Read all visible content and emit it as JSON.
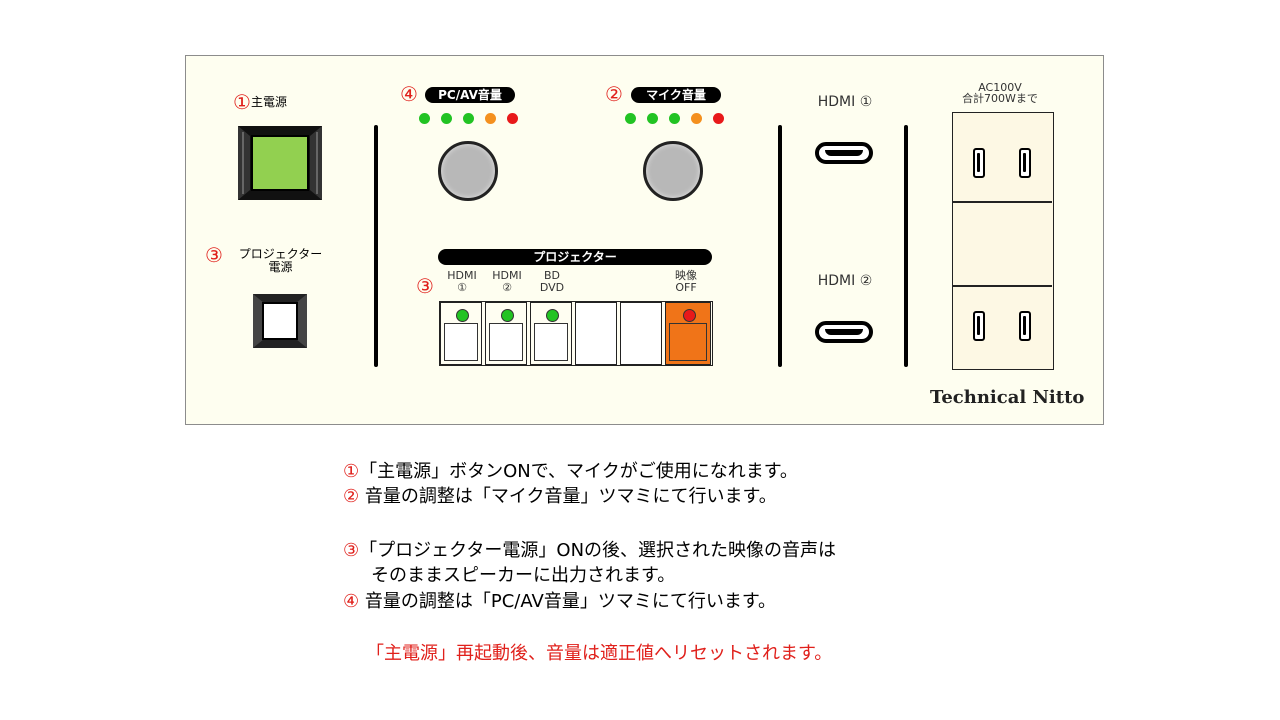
{
  "panel": {
    "main_power": {
      "number": "①",
      "label": "主電源"
    },
    "projector_power": {
      "number": "③",
      "label_line1": "プロジェクター",
      "label_line2": "電源"
    },
    "pcav_volume": {
      "number": "④",
      "label": "PC/AV音量"
    },
    "mic_volume": {
      "number": "②",
      "label": "マイク音量"
    },
    "projector": {
      "number": "③",
      "title": "プロジェクター",
      "inputs": [
        {
          "line1": "HDMI",
          "line2": "①"
        },
        {
          "line1": "HDMI",
          "line2": "②"
        },
        {
          "line1": "BD",
          "line2": "DVD"
        },
        {
          "line1": "",
          "line2": ""
        },
        {
          "line1": "",
          "line2": ""
        },
        {
          "line1": "映像",
          "line2": "OFF"
        }
      ]
    },
    "hdmi_ports": [
      "HDMI ①",
      "HDMI ②"
    ],
    "outlet": {
      "line1": "AC100V",
      "line2": "合計700Wまで"
    },
    "brand": "Technical Nitto",
    "colors": {
      "led_green": "#22c323",
      "led_orange": "#f4901e",
      "led_red": "#e8191a",
      "power_button": "#92d050",
      "video_off_button": "#f07418",
      "annotation_red": "#e0201b"
    }
  },
  "instructions": {
    "line1": {
      "num": "①",
      "text": "「主電源」ボタンONで、マイクがご使用になれます。"
    },
    "line2": {
      "num": "②",
      "text": " 音量の調整は「マイク音量」ツマミにて行います。"
    },
    "line3": {
      "num": "③",
      "text": "「プロジェクター電源」ONの後、選択された映像の音声は"
    },
    "line4": {
      "text": "そのままスピーカーに出力されます。"
    },
    "line5": {
      "num": "④",
      "text": " 音量の調整は「PC/AV音量」ツマミにて行います。"
    },
    "note": "「主電源」再起動後、音量は適正値へリセットされます。"
  }
}
